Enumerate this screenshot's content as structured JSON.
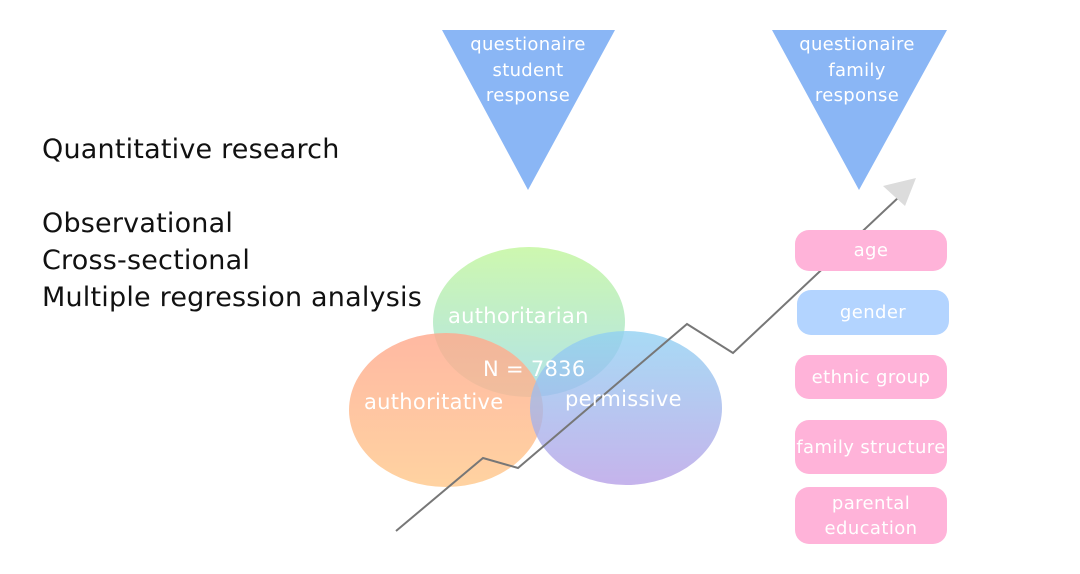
{
  "research": {
    "type_label": "Quantitative research",
    "design_lines": [
      "Observational",
      "Cross-sectional",
      "Multiple regression analysis"
    ]
  },
  "questionnaires": [
    {
      "lines": [
        "questionaire",
        "student",
        "response"
      ]
    },
    {
      "lines": [
        "questionaire",
        "family",
        "response"
      ]
    }
  ],
  "venn": {
    "sets": [
      "authoritarian",
      "authoritative",
      "permissive"
    ],
    "center_label": "N = 7836"
  },
  "covariates": [
    {
      "label": "age",
      "color": "#ffb3d9"
    },
    {
      "label": "gender",
      "color": "#b3d4ff"
    },
    {
      "label": "ethnic group",
      "color": "#ffb3d9"
    },
    {
      "label": "family structure",
      "color": "#ffb3d9"
    },
    {
      "label": "parental education",
      "color": "#ffb3d9"
    }
  ],
  "colors": {
    "triangle": "#8ab6f5",
    "arrow": "#777777"
  }
}
